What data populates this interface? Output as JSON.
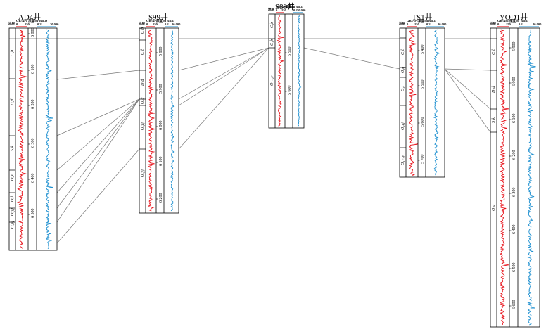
{
  "header_labels": {
    "strata": "地层",
    "gr": "GR/API",
    "depth": "深度/m",
    "rild": "RILD",
    "gr_scale_lo": "0",
    "gr_scale_hi": "150",
    "rild_scale_lo": "0.2",
    "rild_scale_hi": "20 000"
  },
  "wells": [
    {
      "name": "AD4井",
      "depth_ticks": [
        "6 000",
        "6 100",
        "6 200",
        "6 300",
        "6 400",
        "6 500"
      ],
      "strata": [
        "C₁b",
        "D₃d",
        "S₁k",
        "O₃s",
        "O₃l",
        "O₂yj",
        "O₂yj"
      ]
    },
    {
      "name": "S99井",
      "depth_ticks": [
        "5 800",
        "5 900",
        "6 000",
        "6 100",
        "6 200"
      ],
      "strata": [
        "C₁b",
        "C₁b",
        "D₃d",
        "O₃q",
        "O₂yj",
        "O₂yj"
      ]
    },
    {
      "name": "S88井",
      "depth_ticks": [
        "5 500",
        "5 600"
      ],
      "strata": [
        "C₁b",
        "C₁b",
        "O₁₋₂y"
      ]
    },
    {
      "name": "TS1井",
      "depth_ticks": [
        "5 400",
        "5 500",
        "5 600",
        "5 700"
      ],
      "strata": [
        "C₁b",
        "O₃q",
        "O₃l",
        "O₂yj",
        "O₁₋₂y"
      ]
    },
    {
      "name": "YQD1井",
      "depth_ticks": [
        "5 900",
        "6 000",
        "6 100",
        "6 200",
        "6 300",
        "6 400",
        "6 500",
        "6 600"
      ],
      "strata": [
        "C₁b",
        "D₃d",
        "S₁k",
        "O₃q"
      ]
    }
  ],
  "colors": {
    "gr_curve": "#e8141c",
    "rild_curve": "#1e90d0",
    "correlation_line": "#7a7a7a",
    "frame": "#000000"
  }
}
